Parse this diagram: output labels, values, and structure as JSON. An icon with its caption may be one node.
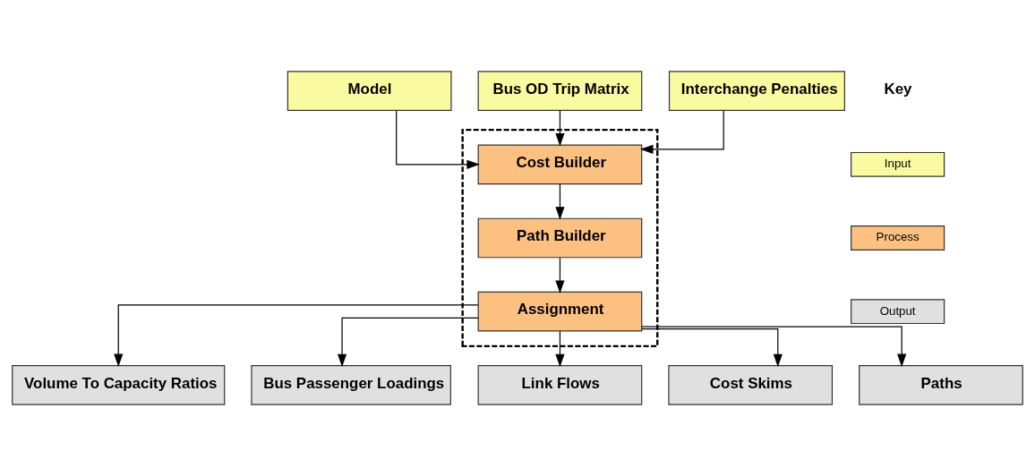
{
  "diagram": {
    "nodes": [
      {
        "text": [
          "Model"
        ]
      },
      {
        "text": [
          "Bus OD Trip Matrix"
        ]
      },
      {
        "text": [
          "Interchange Penalties"
        ]
      },
      {
        "text": [],
        "shape": "box"
      },
      {
        "text": [
          "Cost Builder"
        ],
        "in": 3
      },
      {
        "text": [
          "Path Builder"
        ],
        "in": 3
      },
      {
        "text": [
          "Assignment"
        ],
        "in": 3
      },
      {
        "text": [
          "Volume To Capacity Ratios"
        ]
      },
      {
        "text": [
          "Bus Passenger Loadings"
        ]
      },
      {
        "text": [
          "Link Flows"
        ]
      },
      {
        "text": [
          "Cost Skims"
        ]
      },
      {
        "text": [
          "Paths"
        ]
      }
    ],
    "edges": [
      {
        "from": 0,
        "to": 4,
        "arrow": "to"
      },
      {
        "from": 1,
        "to": 4,
        "arrow": "to"
      },
      {
        "from": 2,
        "to": 4,
        "arrow": "to"
      },
      {
        "from": 4,
        "to": 5,
        "arrow": "to"
      },
      {
        "from": 5,
        "to": 6,
        "arrow": "to"
      },
      {
        "from": 6,
        "to": 7,
        "arrow": "to"
      },
      {
        "from": 6,
        "to": 8,
        "arrow": "to"
      },
      {
        "from": 6,
        "to": 9,
        "arrow": "to"
      },
      {
        "from": 6,
        "to": 10,
        "arrow": "to"
      },
      {
        "from": 6,
        "to": 11,
        "arrow": "to"
      }
    ],
    "labels": [
      "Key"
    ],
    "legend": [
      {
        "text": "Input",
        "color": "#fafaa0"
      },
      {
        "text": "Process",
        "color": "#fcc080"
      },
      {
        "text": "Output",
        "color": "#e0e0e0"
      }
    ]
  }
}
